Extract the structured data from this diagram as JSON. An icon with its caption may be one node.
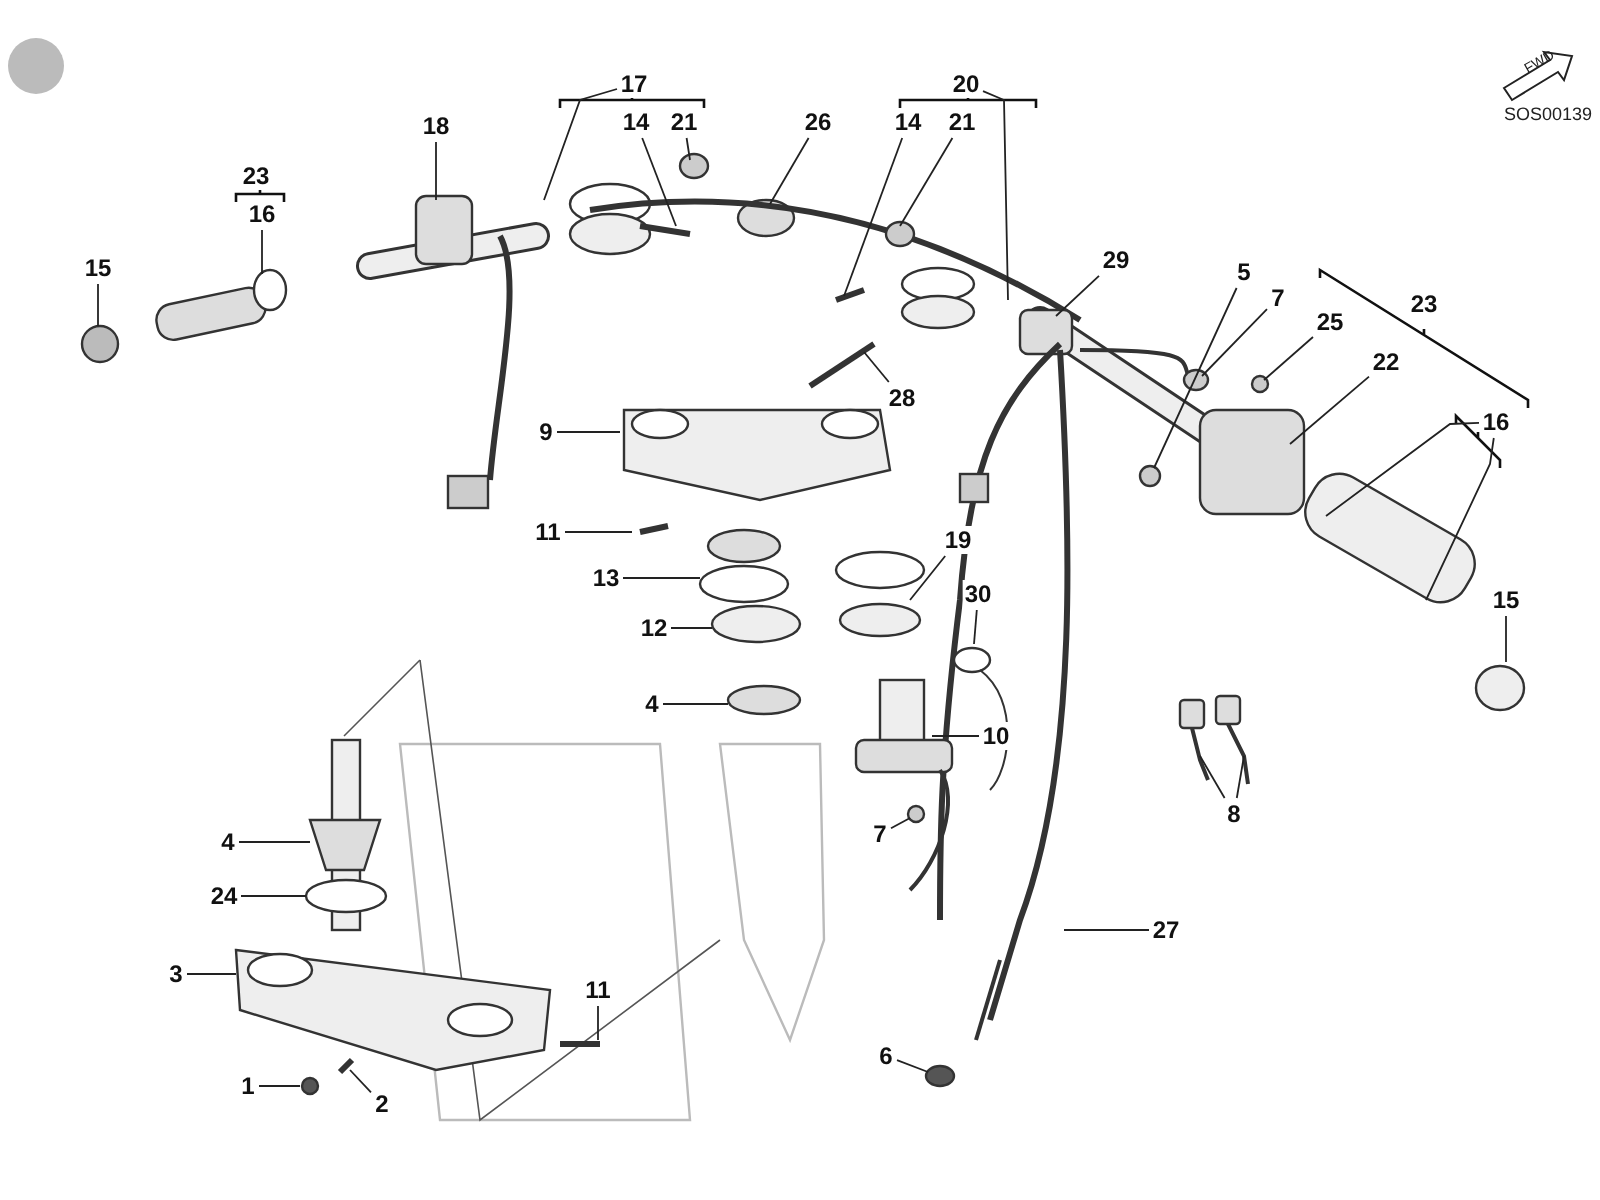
{
  "diagram": {
    "nodes": [
      {
        "text": [
          "17"
        ]
      },
      {
        "text": [
          "14"
        ]
      },
      {
        "text": [
          "21"
        ]
      },
      {
        "text": [
          "18"
        ]
      },
      {
        "text": [
          "23"
        ]
      },
      {
        "text": [
          "16"
        ]
      },
      {
        "text": [
          "15"
        ]
      },
      {
        "text": [
          "26"
        ]
      },
      {
        "text": [
          "20"
        ]
      },
      {
        "text": [
          "14"
        ]
      },
      {
        "text": [
          "21"
        ]
      },
      {
        "text": [
          "29"
        ]
      },
      {
        "text": [
          "5"
        ]
      },
      {
        "text": [
          "7"
        ]
      },
      {
        "text": [
          "25"
        ]
      },
      {
        "text": [
          "23"
        ]
      },
      {
        "text": [
          "22"
        ]
      },
      {
        "text": [
          "16"
        ]
      },
      {
        "text": [
          "15"
        ]
      },
      {
        "text": [
          "28"
        ]
      },
      {
        "text": [
          "9"
        ]
      },
      {
        "text": [
          "11"
        ]
      },
      {
        "text": [
          "13"
        ]
      },
      {
        "text": [
          "19"
        ]
      },
      {
        "text": [
          "30"
        ]
      },
      {
        "text": [
          "12"
        ]
      },
      {
        "text": [
          "4"
        ]
      },
      {
        "text": [
          "10"
        ]
      },
      {
        "text": [
          "7"
        ]
      },
      {
        "text": [
          "8"
        ]
      },
      {
        "text": [
          "4"
        ]
      },
      {
        "text": [
          "24"
        ]
      },
      {
        "text": [
          "3"
        ]
      },
      {
        "text": [
          "11"
        ]
      },
      {
        "text": [
          "1"
        ]
      },
      {
        "text": [
          "2"
        ]
      },
      {
        "text": [
          "27"
        ]
      },
      {
        "text": [
          "6"
        ]
      }
    ],
    "edges": [
      {
        "from": 0,
        "to": null,
        "arrow": "none"
      },
      {
        "from": 1,
        "to": null,
        "arrow": "none"
      },
      {
        "from": 2,
        "to": null,
        "arrow": "none"
      },
      {
        "from": 3,
        "to": null,
        "arrow": "none"
      },
      {
        "from": 5,
        "to": null,
        "arrow": "none"
      },
      {
        "from": 6,
        "to": null,
        "arrow": "none"
      },
      {
        "from": 7,
        "to": null,
        "arrow": "none"
      },
      {
        "from": 8,
        "to": null,
        "arrow": "none"
      },
      {
        "from": 9,
        "to": null,
        "arrow": "none"
      },
      {
        "from": 10,
        "to": null,
        "arrow": "none"
      },
      {
        "from": 11,
        "to": null,
        "arrow": "none"
      },
      {
        "from": 12,
        "to": null,
        "arrow": "none"
      },
      {
        "from": 13,
        "to": null,
        "arrow": "none"
      },
      {
        "from": 14,
        "to": null,
        "arrow": "none"
      },
      {
        "from": 16,
        "to": null,
        "arrow": "none"
      },
      {
        "from": 17,
        "to": null,
        "arrow": "none"
      },
      {
        "from": 17,
        "to": null,
        "arrow": "none"
      },
      {
        "from": 18,
        "to": null,
        "arrow": "none"
      },
      {
        "from": 19,
        "to": null,
        "arrow": "none"
      },
      {
        "from": 20,
        "to": null,
        "arrow": "none"
      },
      {
        "from": 21,
        "to": null,
        "arrow": "none"
      },
      {
        "from": 22,
        "to": null,
        "arrow": "none"
      },
      {
        "from": 23,
        "to": null,
        "arrow": "none"
      },
      {
        "from": 24,
        "to": null,
        "arrow": "none"
      },
      {
        "from": 25,
        "to": null,
        "arrow": "none"
      },
      {
        "from": 26,
        "to": null,
        "arrow": "none"
      },
      {
        "from": 27,
        "to": null,
        "arrow": "none"
      },
      {
        "from": 28,
        "to": null,
        "arrow": "none"
      },
      {
        "from": 29,
        "to": null,
        "arrow": "none"
      },
      {
        "from": 29,
        "to": null,
        "arrow": "none"
      },
      {
        "from": 30,
        "to": null,
        "arrow": "none"
      },
      {
        "from": 31,
        "to": null,
        "arrow": "none"
      },
      {
        "from": 32,
        "to": null,
        "arrow": "none"
      },
      {
        "from": 33,
        "to": null,
        "arrow": "none"
      },
      {
        "from": 34,
        "to": null,
        "arrow": "none"
      },
      {
        "from": 35,
        "to": null,
        "arrow": "none"
      },
      {
        "from": 36,
        "to": null,
        "arrow": "none"
      },
      {
        "from": 37,
        "to": null,
        "arrow": "none"
      }
    ],
    "labels": [
      "FWD",
      "SOS00139"
    ]
  }
}
